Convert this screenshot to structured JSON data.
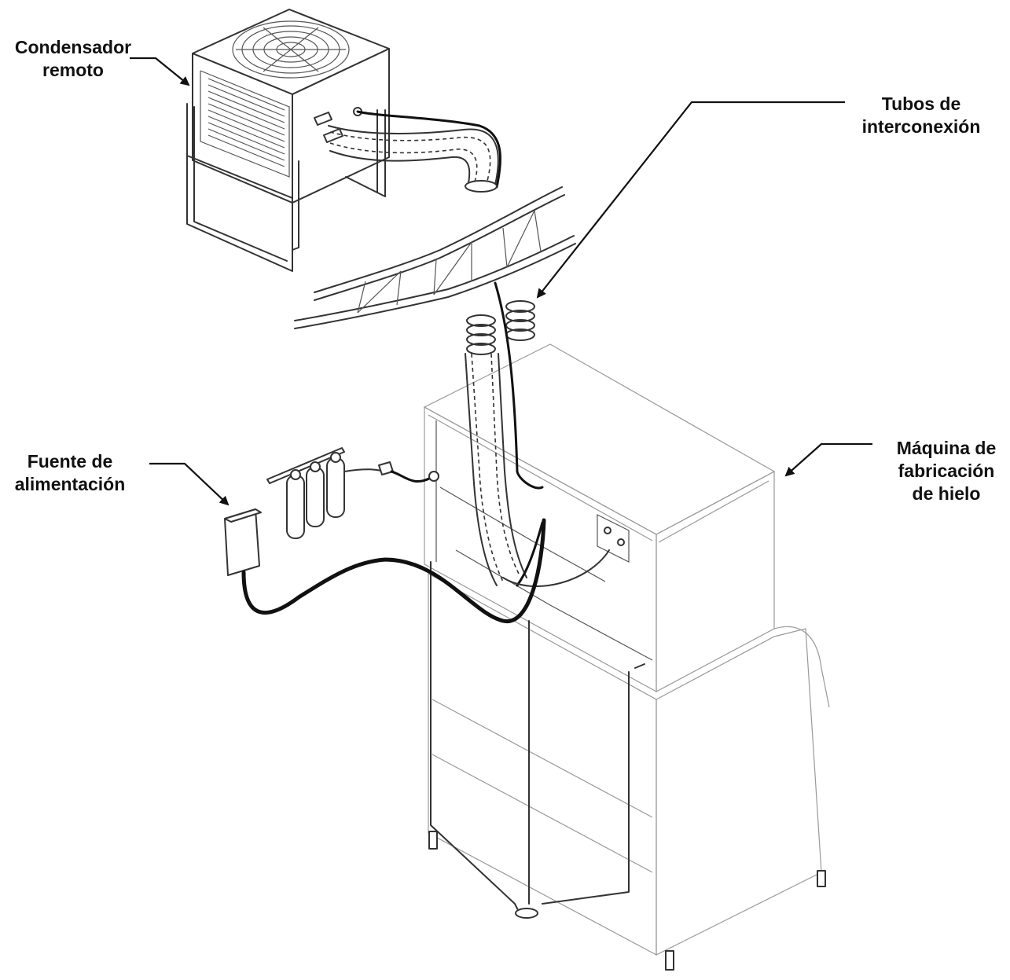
{
  "labels": {
    "condenser": [
      "Condensador",
      "remoto"
    ],
    "tubes": [
      "Tubos de",
      "interconexión"
    ],
    "power": [
      "Fuente de",
      "alimentación"
    ],
    "machine": [
      "Máquina de",
      "fabricación",
      "de hielo"
    ]
  }
}
